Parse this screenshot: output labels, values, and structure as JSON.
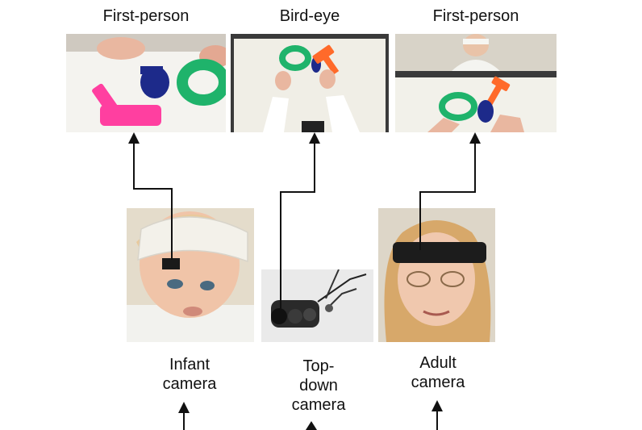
{
  "views": [
    {
      "label": "First-person",
      "source": "Infant camera"
    },
    {
      "label": "Bird-eye",
      "source": "Top-down camera"
    },
    {
      "label": "First-person",
      "source": "Adult camera"
    }
  ],
  "cameras": [
    {
      "line1": "Infant",
      "line2": "camera"
    },
    {
      "line1": "Top-",
      "line2": "down",
      "line3": "camera"
    },
    {
      "line1": "Adult",
      "line2": "camera"
    }
  ],
  "colors": {
    "hammer": "#ff3fa0",
    "hammer_adult": "#ff6a2a",
    "ring": "#1fb36b",
    "blue_toy": "#1d2a8a",
    "headband": "#f1efe8",
    "table": "#f3f1ea",
    "arrow": "#111111"
  }
}
